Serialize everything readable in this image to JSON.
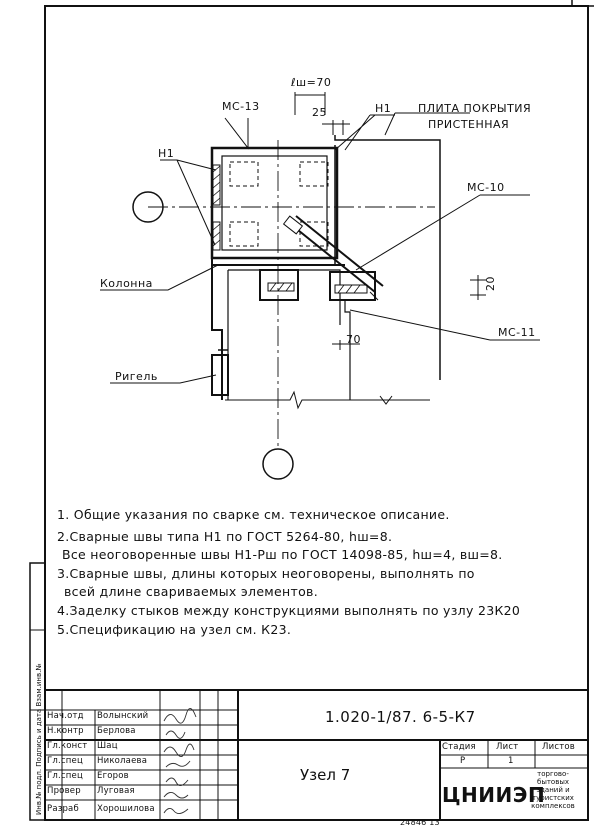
{
  "drawing": {
    "labels": {
      "lsh": "ℓш=70",
      "dim25": "25",
      "n1_top": "Н1",
      "plate": "ПЛИТА ПОКРЫТИЯ",
      "plate2": "ПРИСТЕННАЯ",
      "mc13": "МС-13",
      "n1_left": "Н1",
      "mc10": "МС-10",
      "column": "Колонна",
      "dim20": "20",
      "dim70": "70",
      "riegel": "Ригель",
      "mc11": "МС-11"
    }
  },
  "notes": [
    "1.   Общие указания по сварке см. техническое описание.",
    "2.Сварные швы типа Н1 по ГОСТ 5264-80, hш=8.",
    "Все неоговоренные швы Н1-Рш по ГОСТ 14098-85, hш=4, вш=8.",
    "3.Сварные швы, длины которых неоговорены, выполнять по",
    "всей длине свариваемых элементов.",
    "4.Заделку стыков между конструкциями выполнять по узлу 23К20",
    "5.Спецификацию на узел см. К23."
  ],
  "side_stamp": "Инв.№ подл. Подпись и дата Взам.инв.№",
  "title_block": {
    "code": "1.020-1/87. 6-5-К7",
    "title": "Узел 7",
    "stage_header": "Стадия",
    "sheet_header": "Лист",
    "sheets_header": "Листов",
    "stage": "Р",
    "sheet": "1",
    "sheets": "",
    "org": "ЦНИИЭП",
    "org_desc": [
      "торгово-",
      "бытовых",
      "зданий и",
      "туристских",
      "комплексов"
    ],
    "bottom_number": "24846  13",
    "roles": [
      {
        "role": "Нач.отд",
        "name": "Волынский"
      },
      {
        "role": "Н.контр",
        "name": "Берлова"
      },
      {
        "role": "Гл.конст",
        "name": "Шац"
      },
      {
        "role": "Гл.спец",
        "name": "Николаева"
      },
      {
        "role": "Гл.спец",
        "name": "Егоров"
      },
      {
        "role": "Провер",
        "name": "Луговая"
      },
      {
        "role": "Разраб",
        "name": "Хорошилова"
      }
    ]
  }
}
